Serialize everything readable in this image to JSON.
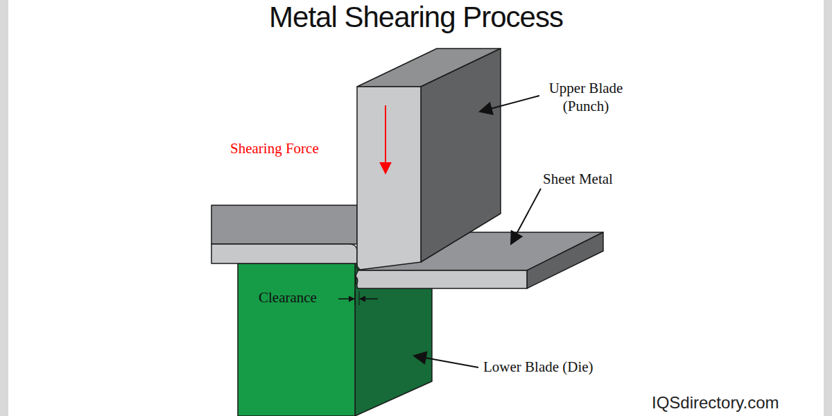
{
  "diagram": {
    "title": "Metal Shearing Process",
    "labels": [
      "Shearing Force",
      "Upper Blade (Punch)",
      "Sheet Metal",
      "Clearance",
      "Lower Blade (Die)",
      "IQSdirectory.com"
    ]
  }
}
